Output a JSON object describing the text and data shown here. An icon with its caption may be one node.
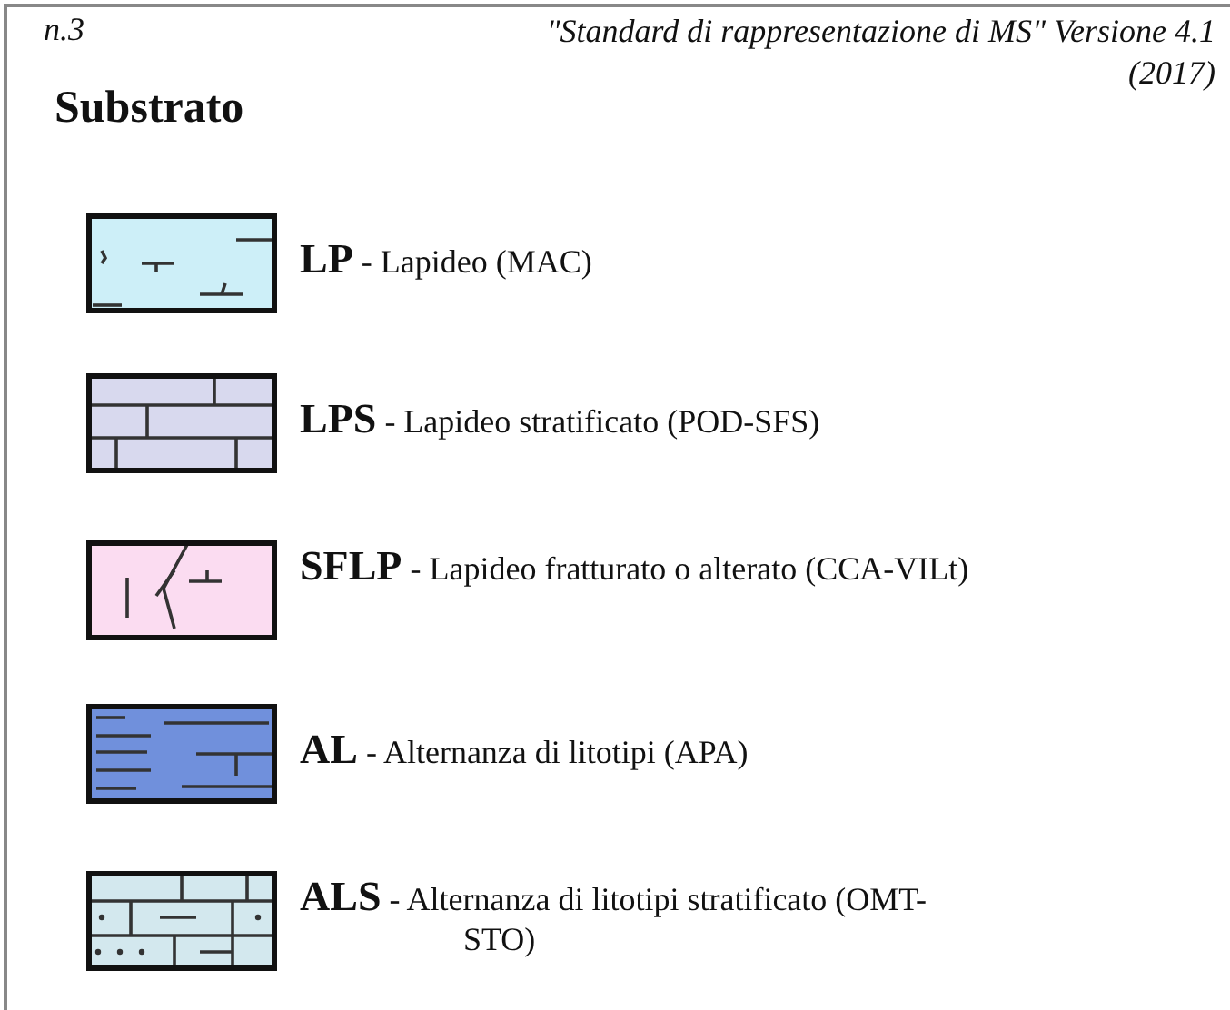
{
  "diagram": {
    "title": "Substrato",
    "labels": [
      "n.3",
      "\"Standard di rappresentazione di MS\" Versione 4.1 (2017)"
    ],
    "legend": [
      {
        "text": "**LP** - Lapideo (MAC)",
        "color": "#cdeff8"
      },
      {
        "text": "**LPS** - Lapideo stratificato (POD-SFS)",
        "color": "#d8d9ee"
      },
      {
        "text": "**SFLP** - Lapideo fratturato o alterato (CCA-VILt)",
        "color": "#fbdcf1"
      },
      {
        "text": "**AL** - Alternanza di litotipi (APA)",
        "color": "#7090dc"
      },
      {
        "text": "**ALS** - Alternanza di litotipi stratificato (OMT-STO)",
        "color": "#d3e8ee"
      }
    ]
  }
}
